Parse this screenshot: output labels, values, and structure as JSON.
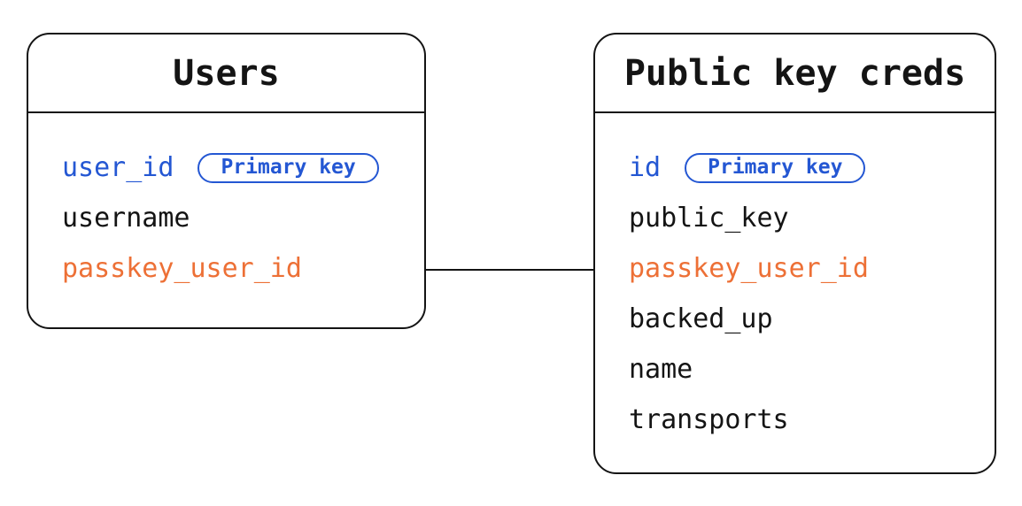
{
  "diagram": {
    "type": "entity-relationship",
    "colors": {
      "ink": "#141414",
      "accent_blue": "#2457d3",
      "accent_orange": "#ed7036",
      "background": "#ffffff"
    },
    "tables": [
      {
        "title": "Users",
        "fields": [
          {
            "name": "user_id",
            "color": "blue",
            "badge": "Primary key"
          },
          {
            "name": "username",
            "color": "default",
            "badge": null
          },
          {
            "name": "passkey_user_id",
            "color": "orange",
            "badge": null
          }
        ]
      },
      {
        "title": "Public key creds",
        "fields": [
          {
            "name": "id",
            "color": "blue",
            "badge": "Primary key"
          },
          {
            "name": "public_key",
            "color": "default",
            "badge": null
          },
          {
            "name": "passkey_user_id",
            "color": "orange",
            "badge": null
          },
          {
            "name": "backed_up",
            "color": "default",
            "badge": null
          },
          {
            "name": "name",
            "color": "default",
            "badge": null
          },
          {
            "name": "transports",
            "color": "default",
            "badge": null
          }
        ]
      }
    ],
    "relationship": {
      "from": "Users.passkey_user_id",
      "to": "Public key creds.passkey_user_id",
      "style": "straight-horizontal-line"
    }
  }
}
